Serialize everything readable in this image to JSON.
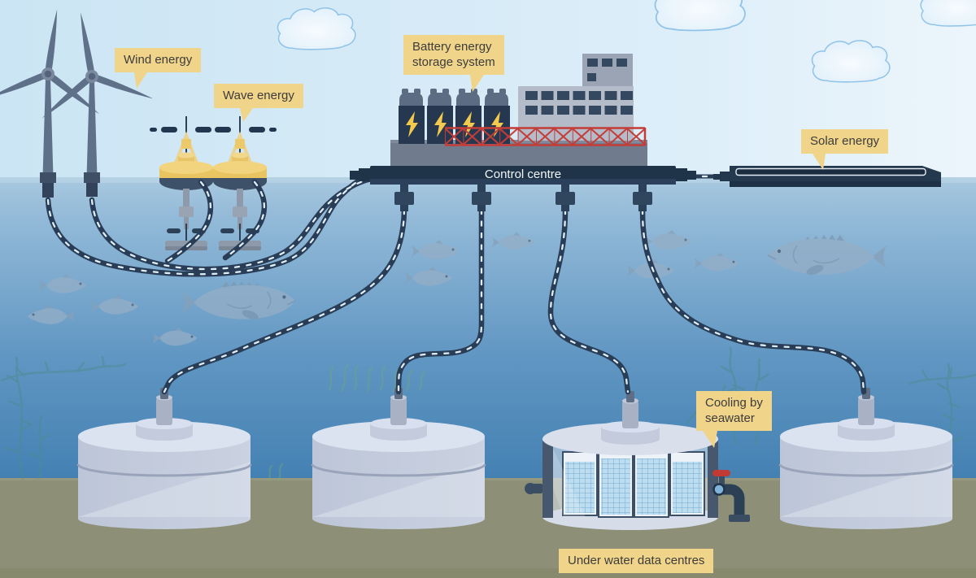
{
  "labels": {
    "wind": "Wind energy",
    "wave": "Wave energy",
    "battery": "Battery energy\nstorage system",
    "solar": "Solar energy",
    "cooling": "Cooling by\nseawater",
    "datacentres": "Under water data centres",
    "control": "Control centre"
  },
  "energy_sources": [
    "Wind energy",
    "Wave energy",
    "Solar energy"
  ],
  "inventory": {
    "wind_turbines": 2,
    "wave_energy_buoys": 2,
    "battery_units": 4,
    "underwater_data_centres": 4,
    "server_racks_visible": 4,
    "clouds": 4,
    "fish": 12
  },
  "palette": {
    "sky": "#cde6f4",
    "water_top": "#a9c9e0",
    "water_deep": "#3a7aab",
    "seabed": "#8d9077",
    "cable_navy": "#293d56",
    "cable_arrow": "#dfeef6",
    "label_bg": "#f0d48a",
    "label_text": "#3c3c3c",
    "buoy_yellow": "#e9c561",
    "battery_body": "#25384f",
    "bolt_yellow": "#f3c94e",
    "truss_red": "#c33d38",
    "building_grey": "#b5bcc9",
    "datacentre_body": "#c3cbdc",
    "rack_blue": "#bcdcef",
    "valve_red": "#c13a33",
    "fish_grey": "#94aec6",
    "seaweed_teal": "#4d8b90"
  }
}
